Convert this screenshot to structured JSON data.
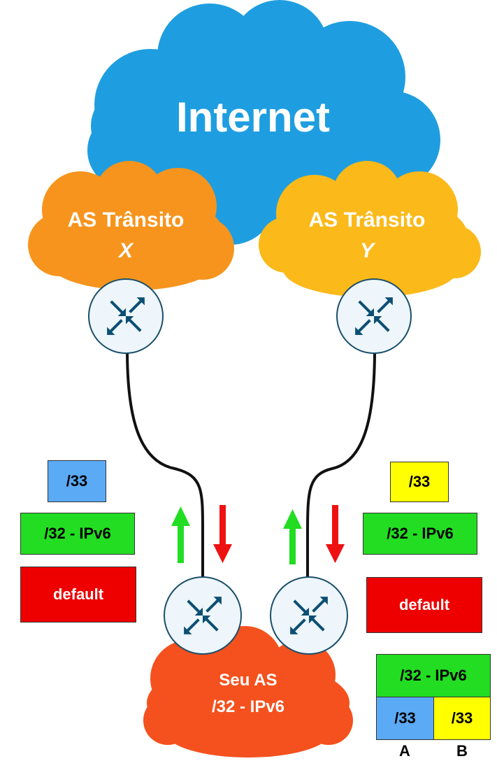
{
  "clouds": {
    "internet": {
      "label": "Internet",
      "color": "#1e9ee0"
    },
    "transit_x": {
      "line1": "AS Trânsito",
      "line2": "X",
      "color": "#f7941d"
    },
    "transit_y": {
      "line1": "AS Trânsito",
      "line2": "Y",
      "color": "#fbb91a"
    },
    "seu_as": {
      "line1": "Seu AS",
      "line2": "/32 - IPv6",
      "color": "#f4511e"
    }
  },
  "routers": {
    "icon": "router-arrows-icon",
    "fill": "#eef6fb",
    "arrow_color": "#0c4f73"
  },
  "arrows": {
    "up_color": "#22dd22",
    "down_color": "#ee1111"
  },
  "left_routes": {
    "box33": {
      "label": "/33",
      "color": "#5aaaf5"
    },
    "box32": {
      "label": "/32 - IPv6",
      "color": "#22dd22"
    },
    "default": {
      "label": "default",
      "color": "#ee0000"
    }
  },
  "right_routes": {
    "box33": {
      "label": "/33",
      "color": "#ffff00"
    },
    "box32": {
      "label": "/32 - IPv6",
      "color": "#22dd22"
    },
    "default": {
      "label": "default",
      "color": "#ee0000"
    }
  },
  "legend": {
    "top": {
      "label": "/32 - IPv6",
      "color": "#22dd22"
    },
    "a": {
      "label": "/33",
      "color": "#5aaaf5",
      "caption": "A"
    },
    "b": {
      "label": "/33",
      "color": "#ffff00",
      "caption": "B"
    }
  }
}
